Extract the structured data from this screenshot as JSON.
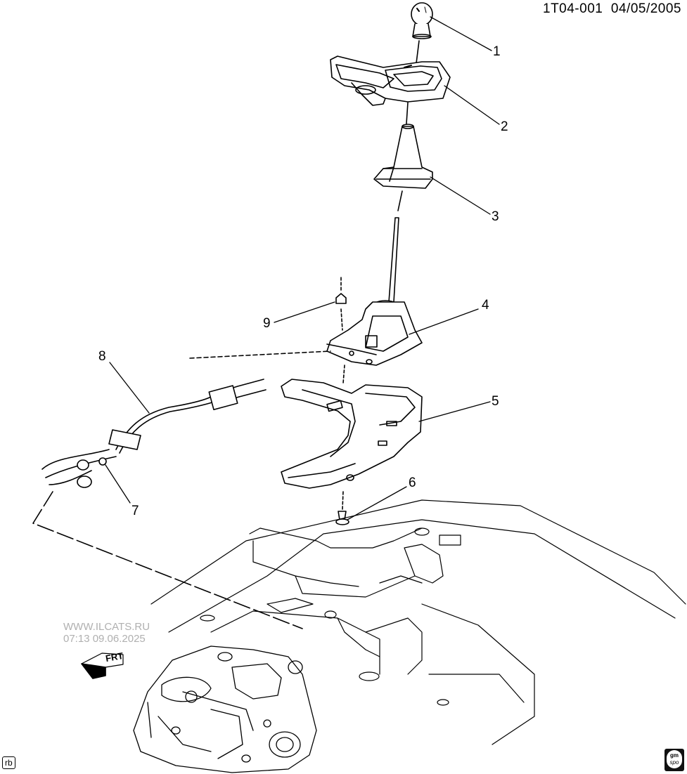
{
  "header": {
    "code": "1T04-001",
    "date": "04/05/2005"
  },
  "callouts": [
    "1",
    "2",
    "3",
    "4",
    "5",
    "6",
    "7",
    "8",
    "9"
  ],
  "direction_arrow": {
    "label": "FRT"
  },
  "watermark": {
    "line1": "WWW.ILCATS.RU",
    "line2": "07:13 09.06.2025"
  },
  "footer": {
    "initials": "rb",
    "logo_text_top": "gm",
    "logo_text_bottom": "spo"
  },
  "colors": {
    "line": "#000000",
    "background": "#ffffff",
    "watermark": "#b0b0b0"
  }
}
